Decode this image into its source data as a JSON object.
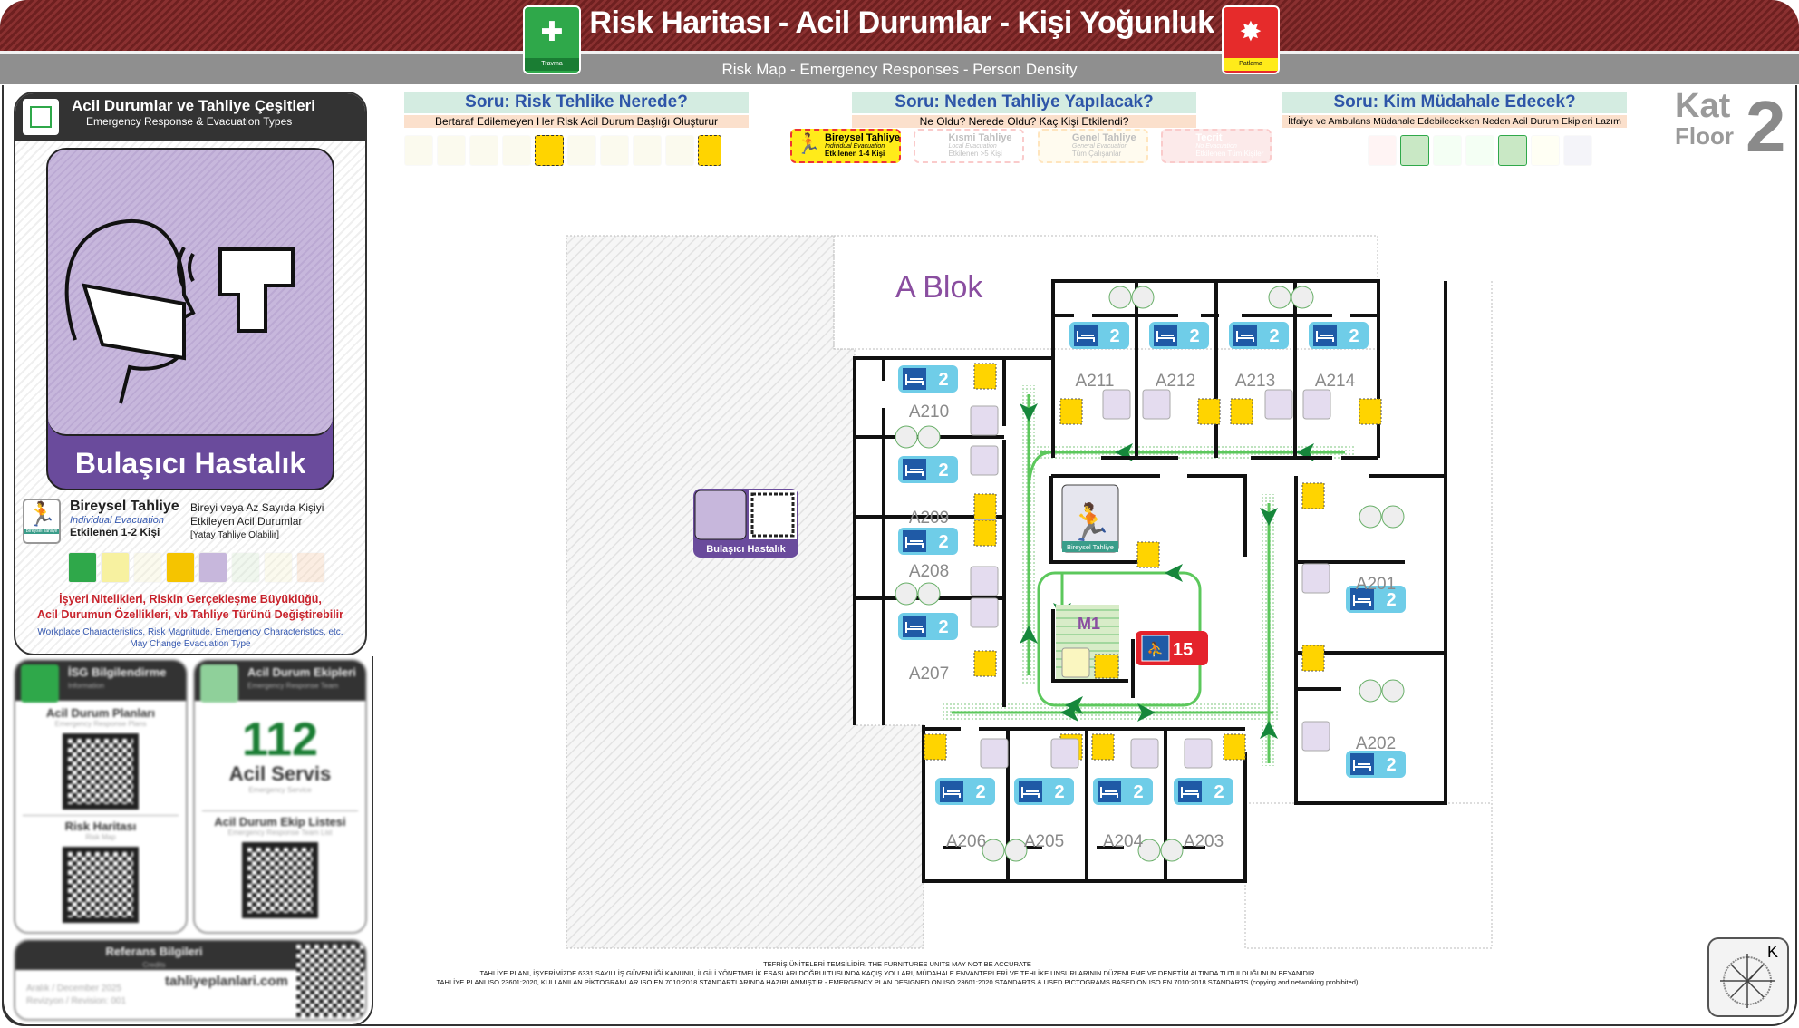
{
  "header": {
    "title": "Risk Haritası - Acil Durumlar - Kişi Yoğunluk",
    "subtitle": "Risk Map - Emergency Responses - Person Density",
    "left_icon_label": "Travma",
    "right_icon_label": "Patlama",
    "colors": {
      "band": "#7a2626",
      "green": "#2fa84a",
      "red": "#e62b2b"
    }
  },
  "left_panel": {
    "title": "Acil Durumlar ve Tahliye Çeşitleri",
    "subtitle": "Emergency Response & Evacuation Types",
    "card_title": "Bulaşıcı Hastalık",
    "evac": {
      "icon_label": "Bireysel Tahliye",
      "title": "Bireysel Tahliye",
      "subtitle": "Individual Evacuation",
      "affected": "Etkilenen 1-2 Kişi",
      "desc": [
        "Bireyi veya Az Sayıda Kişiyi",
        "Etkileyen Acil Durumlar",
        "[Yatay Tahliye Olabilir]"
      ]
    },
    "warning": [
      "İşyeri Nitelikleri, Riskin Gerçekleşme Büyüklüğü,",
      "Acil Durumun Özellikleri, vb Tahliye Türünü Değiştirebilir"
    ],
    "note": [
      "Workplace Characteristics, Risk Magnitude, Emergency Characteristics, etc.",
      "May Change Evacuation Type"
    ]
  },
  "info": {
    "isg": {
      "title": "İSG Bilgilendirme",
      "subtitle": "Information",
      "items": [
        {
          "title": "Acil Durum Planları",
          "sub": "Emergency Response Plans"
        },
        {
          "title": "Risk Haritası",
          "sub": "Risk Map"
        }
      ]
    },
    "team": {
      "title": "Acil Durum Ekipleri",
      "subtitle": "Emergency Response Team",
      "number": "112",
      "service": "Acil Servis",
      "service_en": "Emergency Service",
      "list_title": "Acil Durum Ekip Listesi",
      "list_sub": "Emergency Response Team List"
    },
    "reference": {
      "title": "Referans Bilgileri",
      "subtitle": "Credits",
      "site": "tahliyeplanlari.com",
      "date": "Aralık / December 2025",
      "revision": "Revizyon / Revision: 001"
    }
  },
  "questions": [
    {
      "title": "Soru: Risk Tehlike Nerede?",
      "subtitle": "Bertaraf Edilemeyen Her Risk Acil Durum Başlığı Oluşturur"
    },
    {
      "title": "Soru: Neden Tahliye Yapılacak?",
      "subtitle": "Ne Oldu? Nerede Oldu? Kaç Kişi Etkilendi?"
    },
    {
      "title": "Soru: Kim Müdahale Edecek?",
      "subtitle": "İtfaiye ve Ambulans Müdahale Edebilecekken Neden Acil Durum Ekipleri Lazım"
    }
  ],
  "evac_types": [
    {
      "title": "Bireysel Tahliye",
      "en": "Individual Evacuation",
      "affected": "Etkilenen 1-4 Kişi",
      "active": true
    },
    {
      "title": "Kısmi Tahliye",
      "en": "Local Evacuation",
      "affected": "Etkilenen >5 Kişi",
      "active": false
    },
    {
      "title": "Genel Tahliye",
      "en": "General Evacuation",
      "affected": "Tüm Çalışanlar",
      "active": false
    },
    {
      "title": "Tecrit",
      "en": "No Evacuation",
      "affected": "Etkilenen Tüm Kişiler",
      "active": false
    }
  ],
  "floor": {
    "kat": "Kat",
    "floor": "Floor",
    "number": "2"
  },
  "map": {
    "block": "A Blok",
    "stair": "M1",
    "stair_count": "15",
    "disease_card": "Bulaşıcı Hastalık",
    "exit_label": "Bireysel Tahliye",
    "rooms": [
      {
        "name": "A211",
        "beds": "2"
      },
      {
        "name": "A212",
        "beds": "2"
      },
      {
        "name": "A213",
        "beds": "2"
      },
      {
        "name": "A214",
        "beds": "2"
      },
      {
        "name": "A210",
        "beds": "2"
      },
      {
        "name": "A209",
        "beds": "2"
      },
      {
        "name": "A208",
        "beds": "2"
      },
      {
        "name": "A207",
        "beds": "2"
      },
      {
        "name": "A206",
        "beds": "2"
      },
      {
        "name": "A205",
        "beds": "2"
      },
      {
        "name": "A204",
        "beds": "2"
      },
      {
        "name": "A203",
        "beds": "2"
      },
      {
        "name": "A201",
        "beds": "2"
      },
      {
        "name": "A202",
        "beds": "2"
      }
    ]
  },
  "compass": {
    "north": "K"
  },
  "footer": [
    "TEFRİŞ ÜNİTELERİ TEMSİLİDİR. THE FURNITURES UNITS MAY NOT BE ACCURATE",
    "TAHLİYE PLANI, İŞYERİMİZDE 6331 SAYILI İŞ GÜVENLİĞİ KANUNU, İLGİLİ YÖNETMELİK ESASLARI DOĞRULTUSUNDA KAÇIŞ YOLLARI, MÜDAHALE ENVANTERLERİ VE TEHLİKE UNSURLARININ DÜZENLEME VE DENETİM ALTINDA TUTULDUĞUNUN BEYANIDIR",
    "TAHLİYE PLANI ISO 23601:2020, KULLANILAN PİKTOGRAMLAR ISO EN 7010:2018 STANDARTLARINDA HAZIRLANMIŞTIR - EMERGENCY PLAN DESIGNED ON ISO 23601:2020 STANDARTS & USED PICTOGRAMS BASED ON ISO EN 7010:2018 STANDARTS (copying and networking prohibited)"
  ]
}
